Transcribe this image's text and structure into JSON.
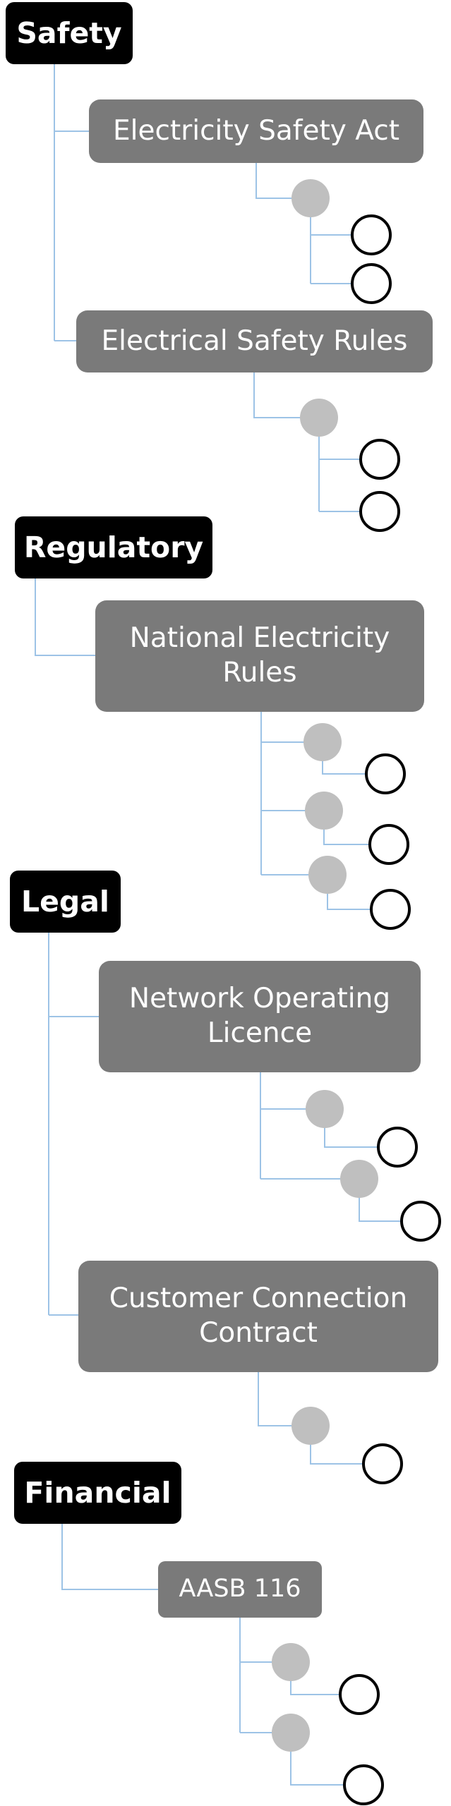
{
  "colors": {
    "category_bg": "#000000",
    "document_bg": "#7a7a7a",
    "connector": "#9dc3e6",
    "dot_fill": "#bfbfbf",
    "ring_stroke": "#000000"
  },
  "categories": [
    {
      "label": "Safety",
      "documents": [
        {
          "label": "Electricity Safety Act"
        },
        {
          "label": "Electrical Safety Rules"
        }
      ]
    },
    {
      "label": "Regulatory",
      "documents": [
        {
          "label": "National Electricity Rules"
        }
      ]
    },
    {
      "label": "Legal",
      "documents": [
        {
          "label": "Network Operating Licence"
        },
        {
          "label": "Customer Connection Contract"
        }
      ]
    },
    {
      "label": "Financial",
      "documents": [
        {
          "label": "AASB 116"
        }
      ]
    }
  ]
}
